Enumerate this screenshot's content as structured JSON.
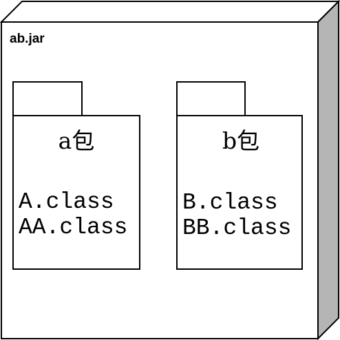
{
  "node": {
    "title": "ab.jar"
  },
  "packages": [
    {
      "name": "a包",
      "classes": [
        "A.class",
        "AA.class"
      ]
    },
    {
      "name": "b包",
      "classes": [
        "B.class",
        "BB.class"
      ]
    }
  ],
  "colors": {
    "stroke": "#000000",
    "fill": "#ffffff",
    "node_side": "#b5b5b5"
  }
}
